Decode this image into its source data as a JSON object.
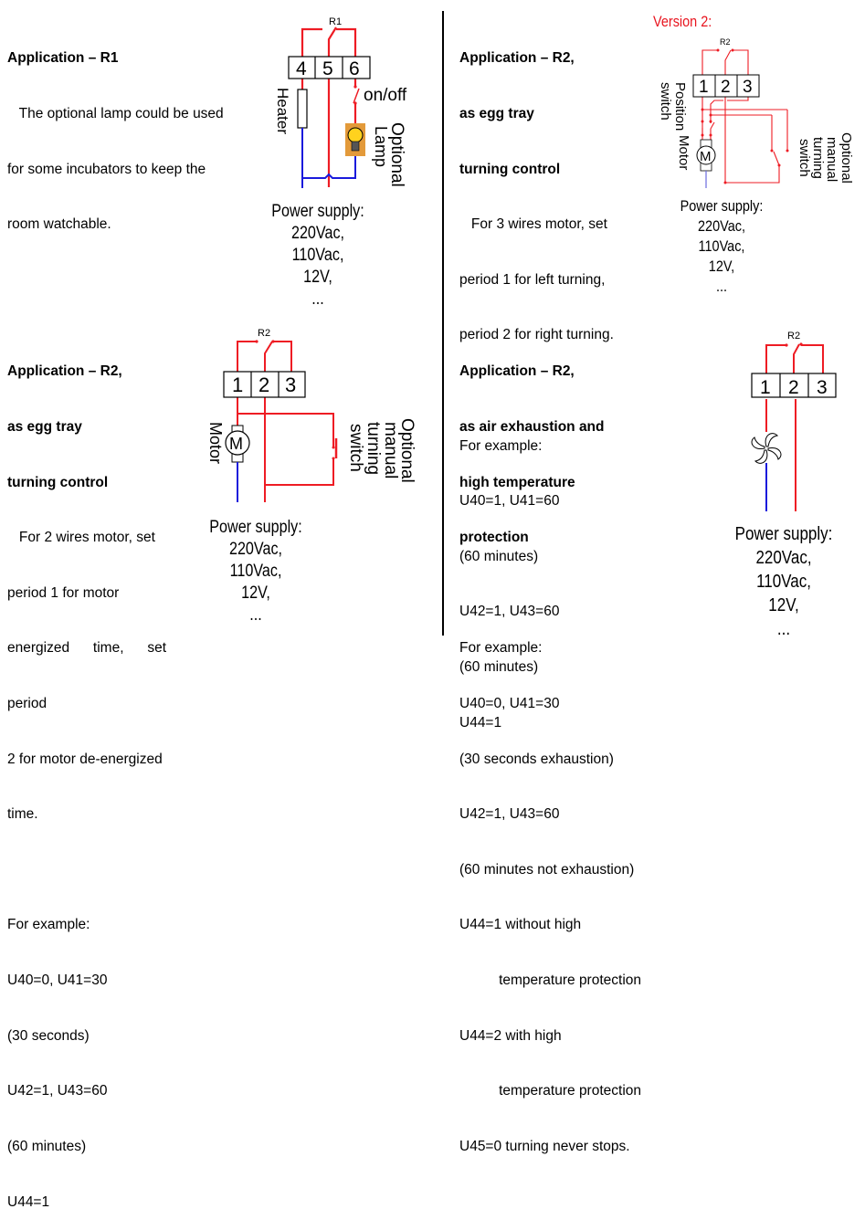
{
  "sections": {
    "r1": {
      "title": "Application – R1",
      "lines": [
        "   The optional lamp could be used",
        "for some incubators to keep the",
        "room watchable."
      ],
      "diagram": {
        "relay_label": "R1",
        "terminals": [
          "4",
          "5",
          "6"
        ],
        "heater_label": "Heater",
        "switch_label": "on/off",
        "lamp_label_1": "Optional",
        "lamp_label_2": "Lamp"
      },
      "power_supply": [
        "Power supply:",
        "220Vac,",
        "110Vac,",
        "12V,",
        "..."
      ]
    },
    "r2_3wire": {
      "title_lines": [
        "Application – R2,",
        "as egg tray",
        "turning control"
      ],
      "lines": [
        "   For 3 wires motor, set",
        "period 1 for left turning,",
        "period 2 for right turning.",
        "",
        "For example:",
        "U40=1, U41=60",
        "(60 minutes)",
        "U42=1, U43=60",
        "(60 minutes)",
        "U44=1"
      ],
      "version_label": "Version 2:",
      "diagram": {
        "relay_label": "R2",
        "terminals": [
          "1",
          "2",
          "3"
        ],
        "position_switch_1": "Position",
        "position_switch_2": "switch",
        "motor_label": "Motor",
        "motor_symbol": "M",
        "manual_1": "Optional",
        "manual_2": "manual",
        "manual_3": "turning",
        "manual_4": "switch"
      },
      "power_supply": [
        "Power supply:",
        "220Vac,",
        "110Vac,",
        "12V,",
        "..."
      ]
    },
    "r2_2wire": {
      "title_lines": [
        "Application – R2,",
        "as egg tray",
        "turning control"
      ],
      "lines": [
        "   For 2 wires motor, set",
        "period 1 for motor",
        "energized      time,      set",
        "period",
        "2 for motor de-energized",
        "time.",
        "",
        "For example:",
        "U40=0, U41=30",
        "(30 seconds)",
        "U42=1, U43=60",
        "(60 minutes)",
        "U44=1"
      ],
      "diagram": {
        "relay_label": "R2",
        "terminals": [
          "1",
          "2",
          "3"
        ],
        "motor_label": "Motor",
        "motor_symbol": "M",
        "manual_1": "Optional",
        "manual_2": "manual",
        "manual_3": "turning",
        "manual_4": "switch"
      },
      "power_supply": [
        "Power supply:",
        "220Vac,",
        "110Vac,",
        "12V,",
        "..."
      ]
    },
    "r2_exhaust": {
      "title_lines": [
        "Application – R2,",
        "as air exhaustion and",
        "high temperature",
        "protection"
      ],
      "lines": [
        "",
        "For example:",
        "U40=0, U41=30",
        "(30 seconds exhaustion)",
        "U42=1, U43=60",
        "(60 minutes not exhaustion)",
        "U44=1 without high",
        "          temperature protection",
        "U44=2 with high",
        "          temperature protection",
        "U45=0 turning never stops."
      ],
      "diagram": {
        "relay_label": "R2",
        "terminals": [
          "1",
          "2",
          "3"
        ],
        "fan_icon": "fan-icon"
      },
      "power_supply": [
        "Power supply:",
        "220Vac,",
        "110Vac,",
        "12V,",
        "..."
      ]
    }
  },
  "colors": {
    "live": "#ee1c24",
    "neutral": "#1a1adc",
    "version": "#e8141e",
    "lamp_bg": "#e39a3a",
    "lamp_bulb": "#ffd21e"
  }
}
